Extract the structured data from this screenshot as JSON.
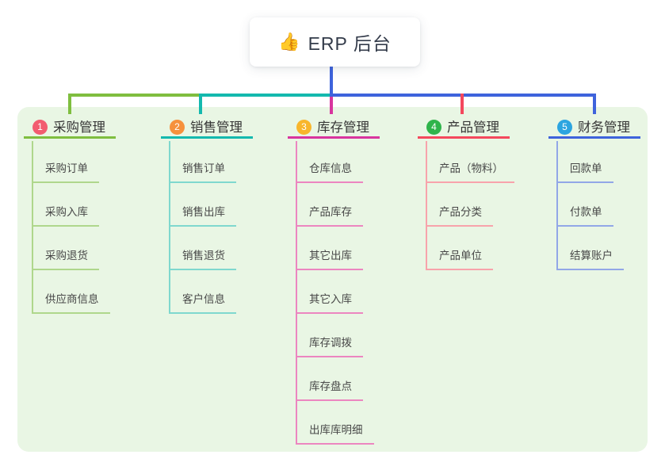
{
  "root": {
    "emoji": "👍",
    "emoji_name": "thumbs-up-icon",
    "label": "ERP 后台"
  },
  "colors": {
    "panel_bg": "#E9F6E4",
    "root_connector": "#3E63DC",
    "title_text": "#363636",
    "child_text": "#484848",
    "root_text": "#333B4A"
  },
  "branches": [
    {
      "num": "1",
      "label": "采购管理",
      "badge_color": "#F25C70",
      "line_color": "#7FBE3F",
      "light_color": "#AFD78C",
      "children": [
        "采购订单",
        "采购入库",
        "采购退货",
        "供应商信息"
      ]
    },
    {
      "num": "2",
      "label": "销售管理",
      "badge_color": "#F6913C",
      "line_color": "#14B9AE",
      "light_color": "#7FD8CE",
      "children": [
        "销售订单",
        "销售出库",
        "销售退货",
        "客户信息"
      ]
    },
    {
      "num": "3",
      "label": "库存管理",
      "badge_color": "#F8B62C",
      "line_color": "#D8359E",
      "light_color": "#EC86C0",
      "children": [
        "仓库信息",
        "产品库存",
        "其它出库",
        "其它入库",
        "库存调拨",
        "库存盘点",
        "出库库明细"
      ]
    },
    {
      "num": "4",
      "label": "产品管理",
      "badge_color": "#2FB44B",
      "line_color": "#F4485D",
      "light_color": "#F8A3AB",
      "children": [
        "产品（物料）",
        "产品分类",
        "产品单位"
      ]
    },
    {
      "num": "5",
      "label": "财务管理",
      "badge_color": "#2CA5E0",
      "line_color": "#3E63DC",
      "light_color": "#92A7E7",
      "children": [
        "回款单",
        "付款单",
        "结算账户"
      ]
    }
  ]
}
